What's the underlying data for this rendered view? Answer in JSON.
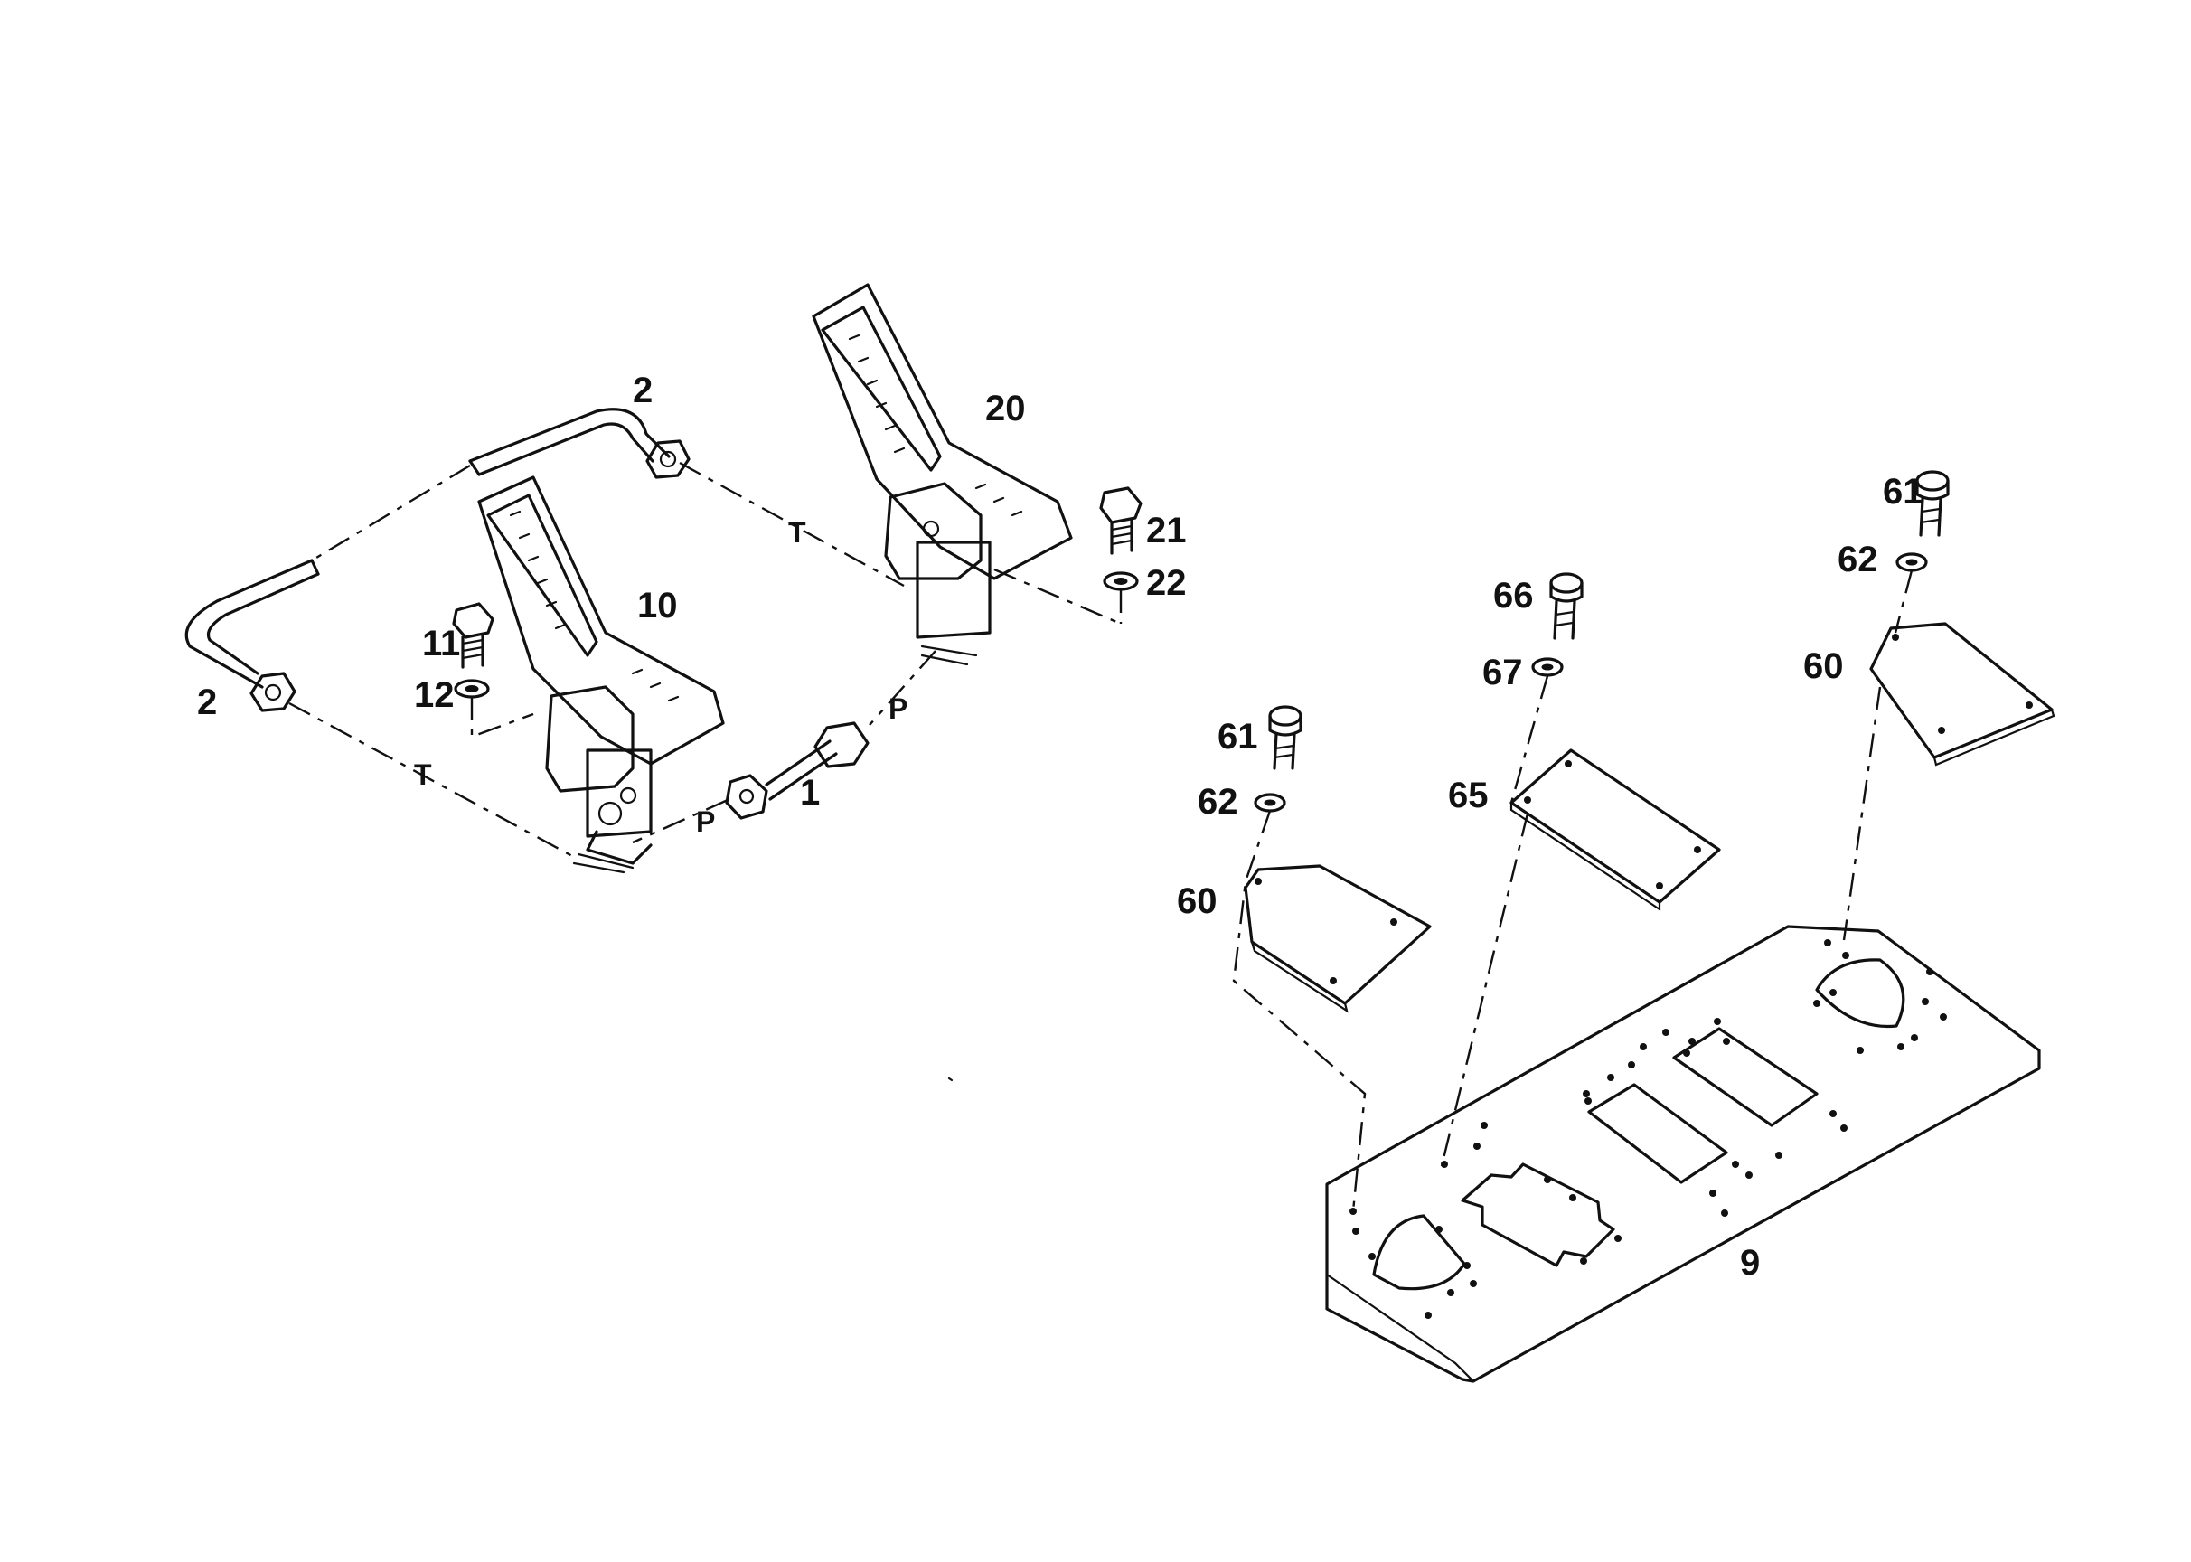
{
  "callouts": {
    "c1": "1",
    "c2a": "2",
    "c2b": "2",
    "c9": "9",
    "c10": "10",
    "c11": "11",
    "c12": "12",
    "c20": "20",
    "c21": "21",
    "c22": "22",
    "c60a": "60",
    "c60b": "60",
    "c61a": "61",
    "c61b": "61",
    "c62a": "62",
    "c62b": "62",
    "c65": "65",
    "c66": "66",
    "c67": "67"
  },
  "port_marks": {
    "t1": "T",
    "t2": "T",
    "p1": "P",
    "p2": "P"
  }
}
